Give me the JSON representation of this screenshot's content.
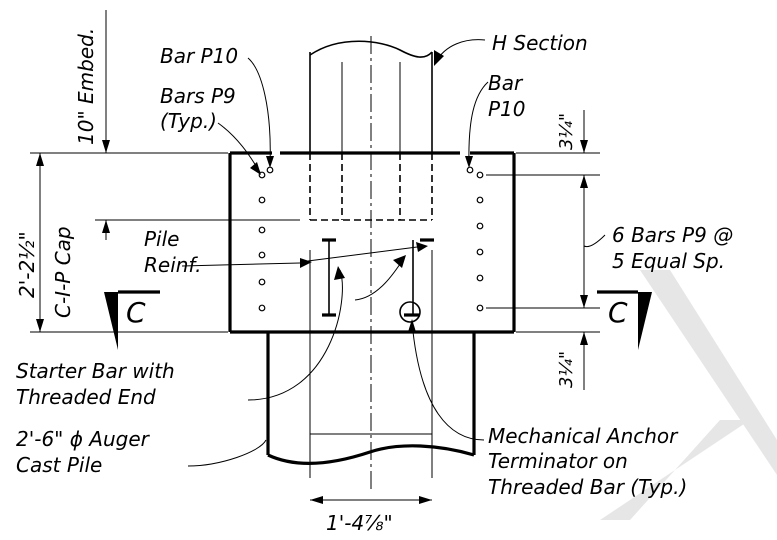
{
  "labels": {
    "h_section": "H Section",
    "bar_p10_left": "Bar P10",
    "bars_p9_line1": "Bars P9",
    "bars_p9_line2": "(Typ.)",
    "bar_p10_right_line1": "Bar",
    "bar_p10_right_line2": "P10",
    "embed": "10\" Embed.",
    "cap_dim": "2'-2½\"",
    "cap_name": "C-I-P Cap",
    "pile_reinf_line1": "Pile",
    "pile_reinf_line2": "Reinf.",
    "bars_spacing_line1": "6 Bars P9 @",
    "bars_spacing_line2": "5 Equal Sp.",
    "top_cover": "3¼\"",
    "bottom_cover": "3¼\"",
    "section_left": "C",
    "section_right": "C",
    "starter_line1": "Starter Bar with",
    "starter_line2": "Threaded End",
    "pile_line1": "2'-6\" ϕ Auger",
    "pile_line2": "Cast Pile",
    "anchor_line1": "Mechanical Anchor",
    "anchor_line2": "Terminator on",
    "anchor_line3": "Threaded Bar (Typ.)",
    "bottom_dim": "1'-4⅞\""
  }
}
